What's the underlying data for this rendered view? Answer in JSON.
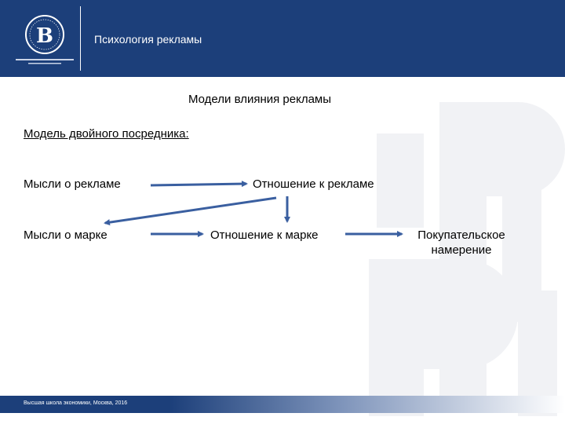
{
  "header": {
    "title": "Психология рекламы"
  },
  "slide": {
    "title": "Модели влияния рекламы",
    "model_label": "Модель двойного посредника:"
  },
  "diagram": {
    "nodes": {
      "ad_thoughts": "Мысли о рекламе",
      "ad_attitude": "Отношение к рекламе",
      "brand_thoughts": "Мысли о марке",
      "brand_attitude": "Отношение к марке",
      "purchase_intent_line1": "Покупательское",
      "purchase_intent_line2": "намерение"
    },
    "arrow_color": "#3a5fa0"
  },
  "footer": {
    "text": "Высшая школа экономики, Москва, 2016"
  },
  "colors": {
    "brand_blue": "#1c3f7a",
    "arrow": "#3a5fa0"
  }
}
